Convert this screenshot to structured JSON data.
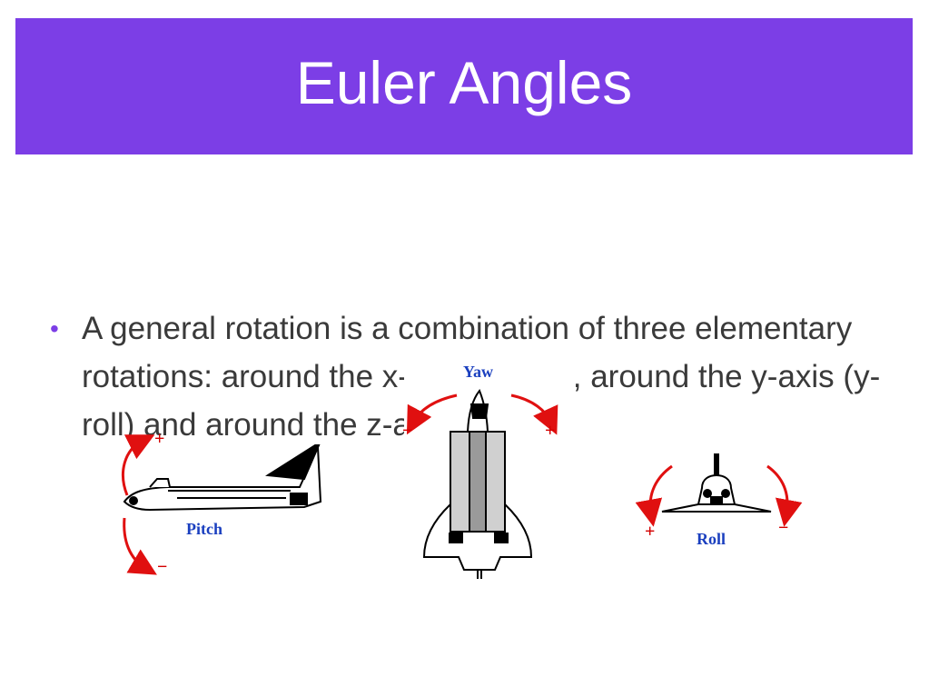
{
  "slide": {
    "title": "Euler Angles",
    "bullet_text": "A general rotation is a combination of three elementary rotations: around the x-axis (x-roll) , around the y-axis (y-roll) and around the z-axis (z-roll)."
  },
  "figure": {
    "pitch": {
      "label": "Pitch",
      "plus": "+",
      "minus": "−"
    },
    "yaw": {
      "label": "Yaw",
      "plus": "+",
      "minus": "−"
    },
    "roll": {
      "label": "Roll",
      "plus": "+",
      "minus": "−"
    }
  },
  "colors": {
    "title_bar": "#7c3ee6",
    "arrow": "#e01010",
    "label": "#1a3fbf"
  }
}
